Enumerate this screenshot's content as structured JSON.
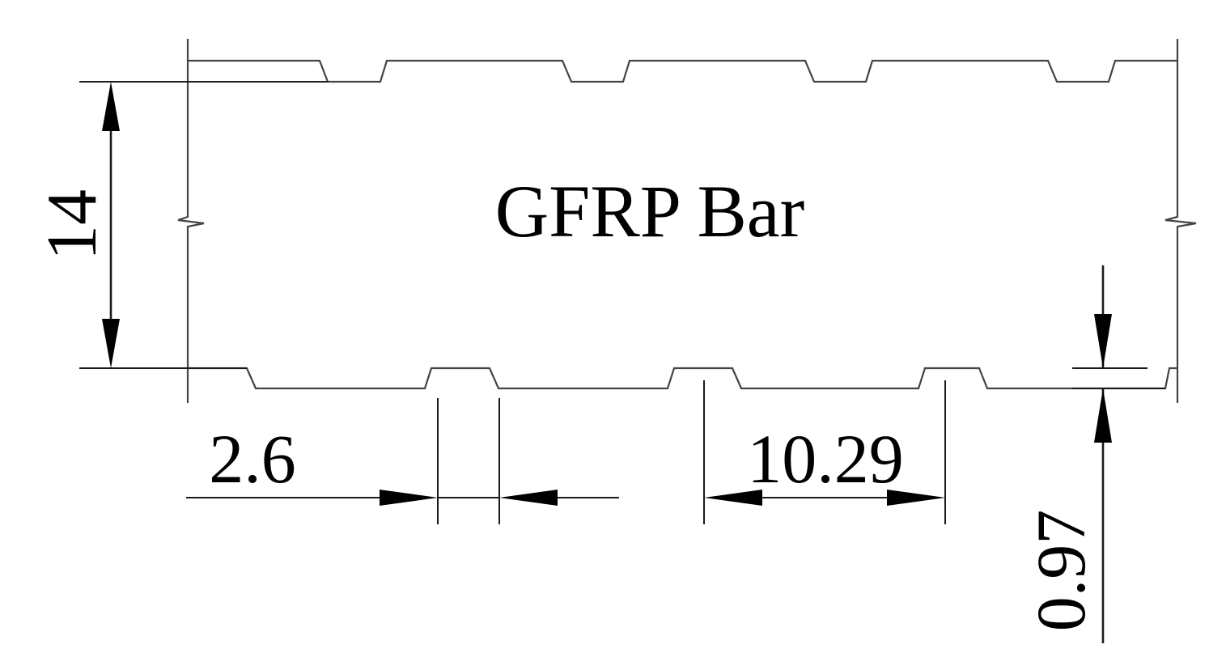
{
  "title": "GFRP Bar",
  "dimensions": {
    "diameter": "14",
    "rib_width": "2.6",
    "rib_spacing": "10.29",
    "rib_depth": "0.97"
  },
  "colors": {
    "line": "#1a1a1a",
    "outline": "#444444",
    "background": "#ffffff"
  }
}
